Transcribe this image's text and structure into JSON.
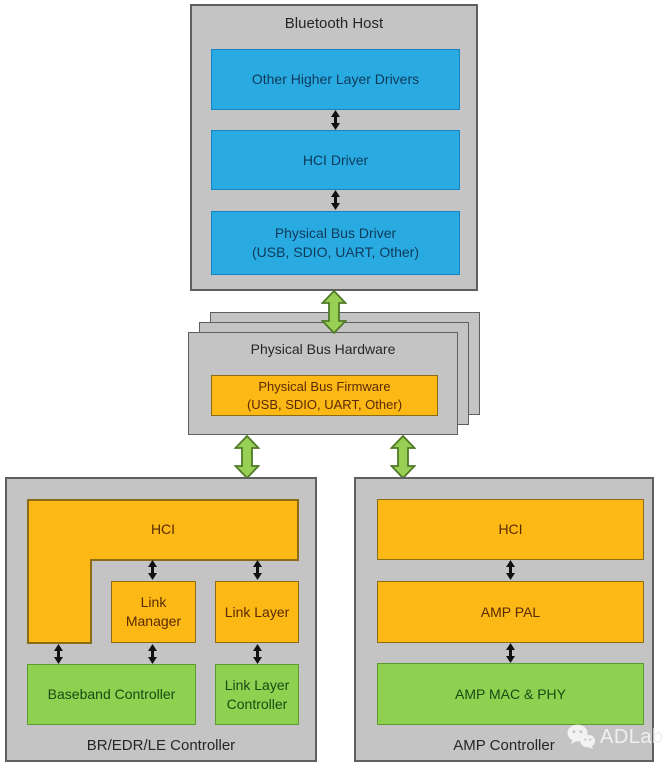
{
  "palette": {
    "background": "#ffffff",
    "panel_gray": "#c4c4c4",
    "panel_border": "#5f5f5f",
    "cyan_fill": "#29abe2",
    "orange_fill": "#fcb814",
    "green_fill": "#8ed04f",
    "green_arrow_fill": "#97d054",
    "green_arrow_border": "#4f7a28",
    "black_arrow": "#111111"
  },
  "host": {
    "title": "Bluetooth Host",
    "boxes": [
      {
        "lines": [
          "Other Higher Layer Drivers",
          ""
        ]
      },
      {
        "lines": [
          "HCI Driver",
          ""
        ]
      },
      {
        "lines": [
          "Physical Bus Driver",
          "(USB, SDIO, UART, Other)"
        ]
      }
    ]
  },
  "bus_hardware": {
    "title": "Physical Bus Hardware",
    "firmware": {
      "lines": [
        "Physical Bus Firmware",
        "(USB, SDIO, UART, Other)"
      ]
    }
  },
  "bredr_controller": {
    "title": "BR/EDR/LE Controller",
    "hci": "HCI",
    "link_manager": {
      "lines": [
        "Link",
        "Manager"
      ]
    },
    "link_layer": "Link Layer",
    "baseband": "Baseband Controller",
    "link_layer_controller": {
      "lines": [
        "Link Layer",
        "Controller"
      ]
    }
  },
  "amp_controller": {
    "title": "AMP Controller",
    "hci": "HCI",
    "amp_pal": "AMP PAL",
    "amp_mac_phy": "AMP MAC & PHY"
  },
  "watermark": {
    "label": "ADLab",
    "icon": "wechat-icon"
  }
}
